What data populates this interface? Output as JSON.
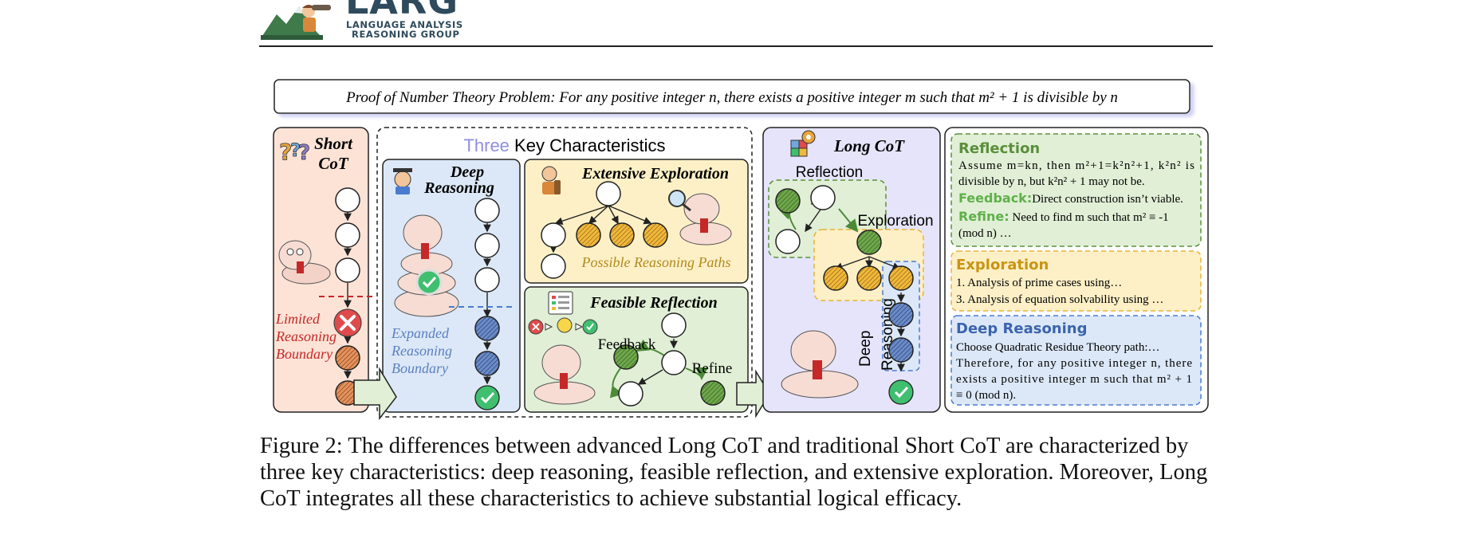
{
  "header": {
    "logo_title": "LARG",
    "logo_line1": "LANGUAGE ANALYSIS",
    "logo_line2": "REASONING GROUP"
  },
  "figure": {
    "problem": "Proof of Number Theory Problem: For any positive integer n, there exists a positive integer m such that m² + 1 is divisible by n",
    "short_cot": {
      "title_line1": "Short",
      "title_line2": "CoT",
      "limited_line1": "Limited",
      "limited_line2": "Reasoning",
      "limited_line3": "Boundary"
    },
    "three_key": {
      "title_accent": "Three",
      "title_rest": "Key Characteristics",
      "deep_line1": "Deep",
      "deep_line2": "Reasoning",
      "expanded_line1": "Expanded",
      "expanded_line2": "Reasoning",
      "expanded_line3": "Boundary",
      "extensive": "Extensive Exploration",
      "possible_paths": "Possible Reasoning Paths",
      "feasible": "Feasible Reflection",
      "feedback": "Feedback",
      "refine": "Refine"
    },
    "long_cot": {
      "title": "Long CoT",
      "reflection": "Reflection",
      "exploration": "Exploration",
      "deep_line1": "Deep",
      "deep_line2": "Reasoning"
    },
    "details": {
      "reflection_title": "Reflection",
      "reflection_l1": "Assume m=kn, then m²+1=k²n²+1, k²n² is",
      "reflection_l2": "divisible by n, but k²n² + 1 may not be.",
      "feedback_label": "Feedback:",
      "feedback_text": "Direct construction isn’t viable.",
      "refine_label": "Refine:",
      "refine_l1": "Need to find m such that m² ≡ -1",
      "refine_l2": "(mod n) …",
      "exploration_title": "Exploration",
      "exploration_l1": "1. Analysis of prime cases using…",
      "exploration_l2": "3. Analysis of equation solvability using …",
      "deep_title": "Deep Reasoning",
      "deep_l1": "Choose Quadratic Residue Theory path:…",
      "deep_l2": "Therefore, for any positive integer n, there",
      "deep_l3": "exists a positive integer m such that m² + 1",
      "deep_l4": "≡ 0 (mod n)."
    }
  },
  "caption": "Figure 2: The differences between advanced Long CoT and traditional Short CoT are characterized by three key characteristics: deep reasoning, feasible reflection, and extensive exploration. Moreover, Long CoT integrates all these characteristics to achieve substantial logical efficacy.",
  "colors": {
    "short_bg": "#fde3d6",
    "deep_bg": "#dce8f7",
    "explore_bg": "#fdf0c7",
    "reflect_bg": "#e1efd6",
    "long_bg": "#e6e4fb",
    "green_node": "#6fa84a",
    "yellow_node": "#f0b93b",
    "blue_node": "#6b8cc8",
    "orange_node": "#e5925d",
    "error_red": "#e04a4a",
    "check_green": "#3fbf6f",
    "accent_purple": "#8e8ee0"
  }
}
